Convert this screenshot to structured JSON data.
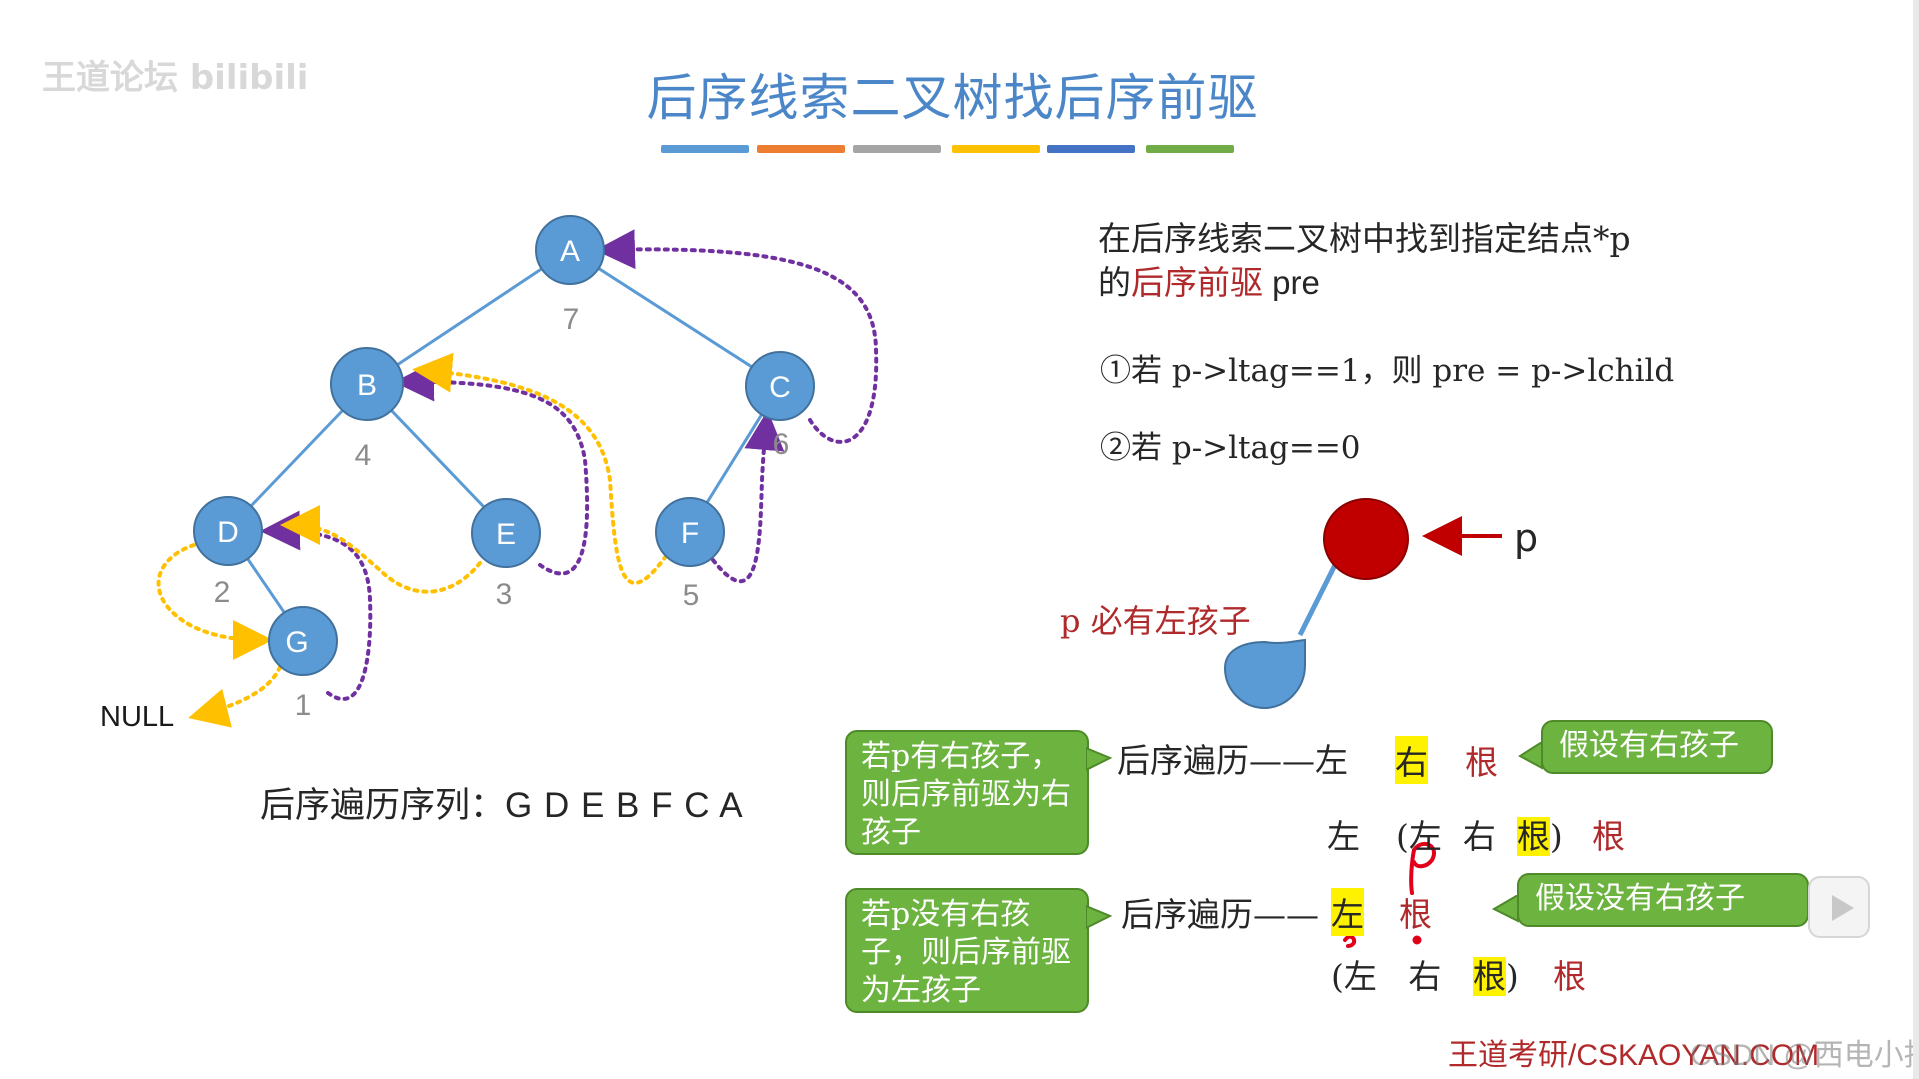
{
  "watermark": {
    "text": "王道论坛 bilibili"
  },
  "title": "后序线索二叉树找后序前驱",
  "accent_colors": [
    "#5b9bd5",
    "#ed7d31",
    "#a5a5a5",
    "#ffc000",
    "#4472c4",
    "#70ad47"
  ],
  "tree": {
    "nodes": [
      {
        "label": "A",
        "order": "7"
      },
      {
        "label": "B",
        "order": "4"
      },
      {
        "label": "C",
        "order": "6"
      },
      {
        "label": "D",
        "order": "2"
      },
      {
        "label": "E",
        "order": "3"
      },
      {
        "label": "F",
        "order": "5"
      },
      {
        "label": "G",
        "order": "1"
      }
    ],
    "null_label": "NULL",
    "node_color": "#5b9bd5",
    "thread_color_pred": "#ffc000",
    "thread_color_succ": "#7030a0"
  },
  "sequence": {
    "label": "后序遍历序列：",
    "value": "G D E B F C A"
  },
  "intro": {
    "line1": "在后序线索二叉树中找到指定结点*p",
    "line2_prefix": "的",
    "line2_highlight": "后序前驱",
    "line2_suffix": " pre"
  },
  "cases": {
    "case1": "①若 p->ltag==1，则 pre = p->lchild",
    "case2": "②若 p->ltag==0"
  },
  "diagram": {
    "p_label": "p",
    "left_child_note": "p 必有左孩子",
    "root_color": "#c00000",
    "child_color": "#5b9bd5"
  },
  "row1": {
    "callout": "若p有右孩子，则后序前驱为右孩子",
    "prefix": "后序遍历——",
    "left": "左",
    "right": "右",
    "root": "根",
    "note": "假设有右孩子"
  },
  "row2": {
    "left": "左",
    "open": "(",
    "in_left": "左",
    "in_right": "右",
    "in_root": "根",
    "close": ")",
    "root": "根"
  },
  "row3": {
    "callout": "若p没有右孩子，则后序前驱为左孩子",
    "prefix": "后序遍历——",
    "left": "左",
    "root": "根",
    "note": "假设没有右孩子",
    "annotation_p": "p"
  },
  "row4": {
    "open": "(",
    "in_left": "左",
    "in_right": "右",
    "in_root": "根",
    "close": ")",
    "root": "根"
  },
  "footer": "王道考研/CSKAOYAN.COM",
  "footer_overlay": "CSDN @西电小拌面"
}
